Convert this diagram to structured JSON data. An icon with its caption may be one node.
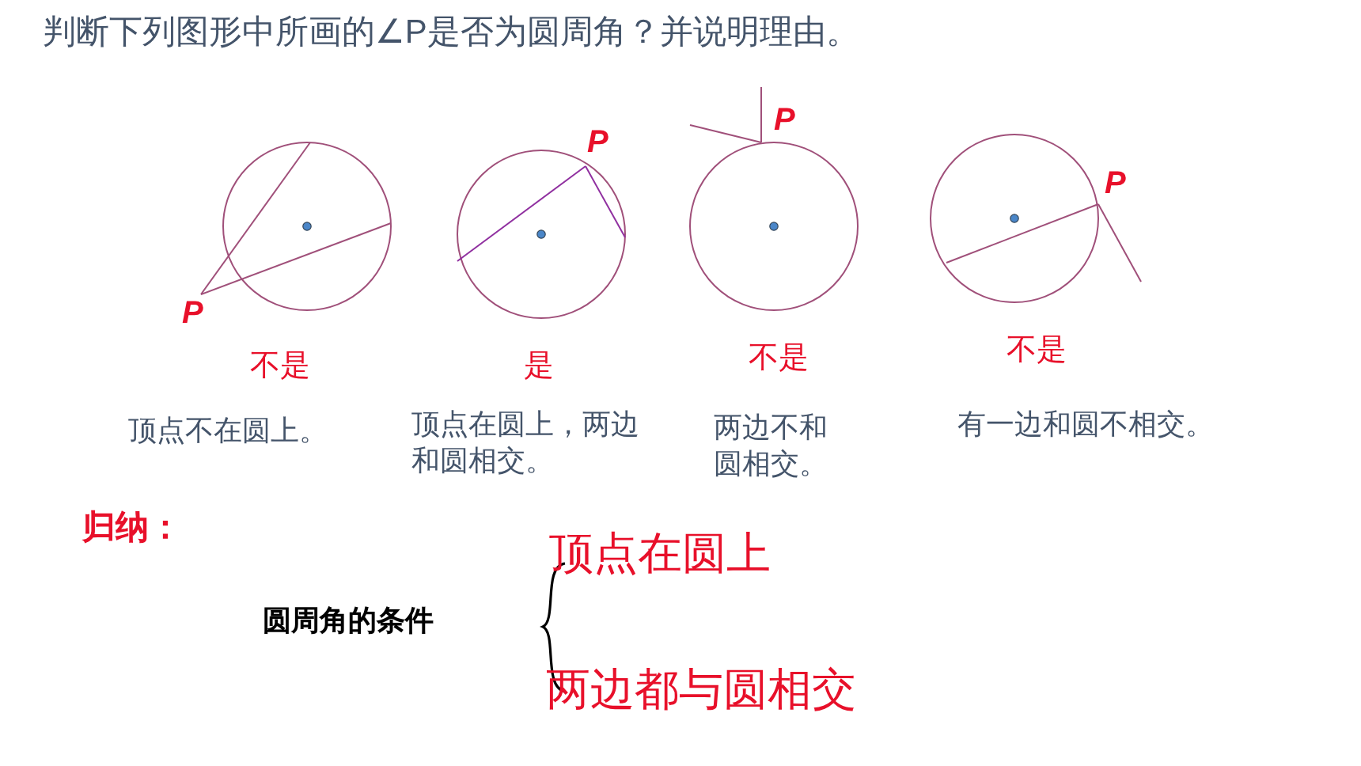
{
  "diagram": {
    "title": "判断下列图形中所画的∠P是否为圆周角？并说明理由。",
    "labels": [
      "P",
      "P",
      "P",
      "P",
      "不是",
      "是",
      "不是",
      "不是",
      "顶点不在圆上。",
      "顶点在圆上，两边和圆相交。",
      "两边不和圆相交。",
      "有一边和圆不相交。",
      "归纳：",
      "顶点在圆上",
      "圆周角的条件",
      "两边都与圆相交"
    ]
  }
}
